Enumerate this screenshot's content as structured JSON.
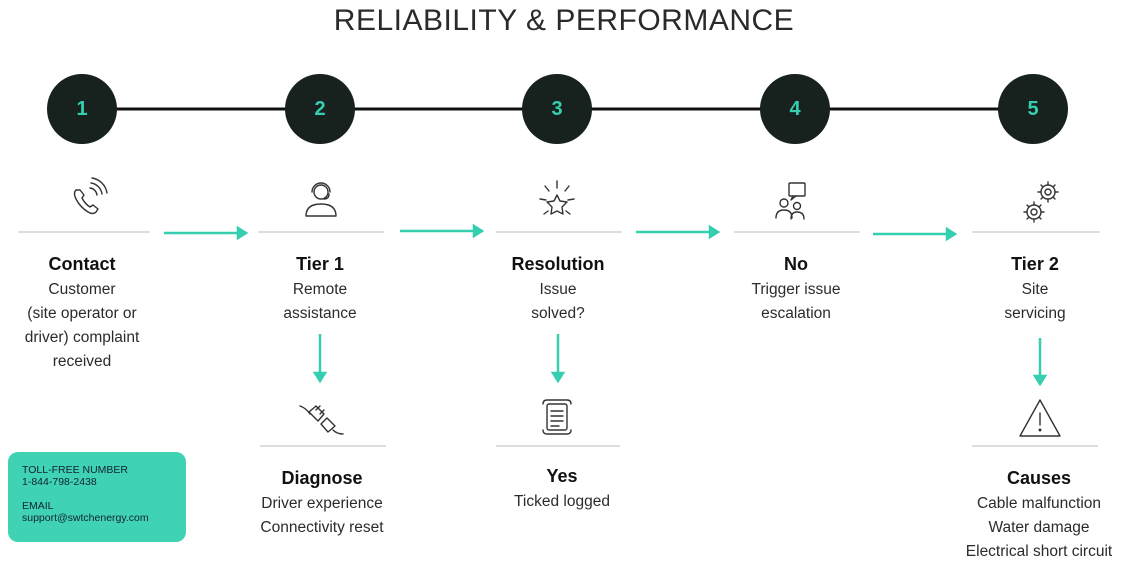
{
  "title": "RELIABILITY & PERFORMANCE",
  "colors": {
    "accent": "#35cfb0",
    "circle": "#17211d",
    "card": "#40d3b3"
  },
  "steps": [
    {
      "number": "1",
      "icon": "phone-icon",
      "heading": "Contact",
      "lines": [
        "Customer",
        "(site operator or",
        "driver) complaint",
        "received"
      ]
    },
    {
      "number": "2",
      "icon": "headset-agent-icon",
      "heading": "Tier 1",
      "lines": [
        "Remote",
        "assistance"
      ]
    },
    {
      "number": "3",
      "icon": "sparkle-star-icon",
      "heading": "Resolution",
      "lines": [
        "Issue",
        "solved?"
      ]
    },
    {
      "number": "4",
      "icon": "question-people-icon",
      "heading": "No",
      "lines": [
        "Trigger issue",
        "escalation"
      ]
    },
    {
      "number": "5",
      "icon": "gears-icon",
      "heading": "Tier 2",
      "lines": [
        "Site",
        "servicing"
      ]
    }
  ],
  "sub_steps": [
    {
      "icon": "plug-icon",
      "heading": "Diagnose",
      "lines": [
        "Driver experience",
        "Connectivity reset"
      ]
    },
    {
      "icon": "scroll-icon",
      "heading": "Yes",
      "lines": [
        "Ticked logged"
      ]
    },
    {
      "icon": "warning-icon",
      "heading": "Causes",
      "lines": [
        "Cable malfunction",
        "Water damage",
        "Electrical short circuit"
      ]
    }
  ],
  "contact": {
    "phone_label": "TOLL-FREE NUMBER",
    "phone": "1-844-798-2438",
    "email_label": "EMAIL",
    "email": "support@swtchenergy.com"
  }
}
